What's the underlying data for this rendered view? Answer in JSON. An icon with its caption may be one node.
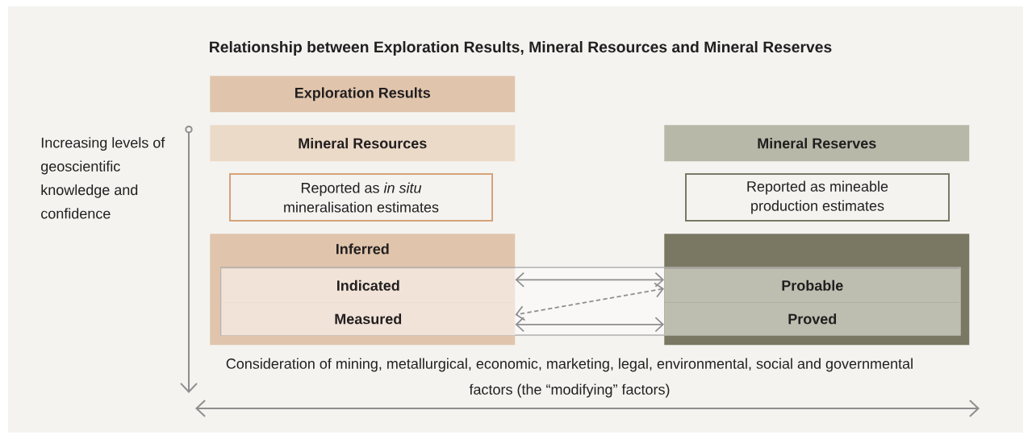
{
  "diagram": {
    "title": "Relationship between Exploration Results, Mineral Resources and Mineral Reserves",
    "nodes": [
      {
        "text": [
          "Exploration Results"
        ]
      },
      {
        "text": [
          "Mineral Resources"
        ]
      },
      {
        "text": [
          "Mineral Reserves"
        ]
      },
      {
        "text": [
          "Reported as *in situ* mineralisation estimates"
        ]
      },
      {
        "text": [
          "Reported as mineable production estimates"
        ]
      },
      {
        "text": [
          "Inferred"
        ]
      },
      {
        "text": [],
        "shape": "box"
      },
      {
        "text": [
          "Indicated"
        ],
        "in": 5
      },
      {
        "text": [
          "Measured"
        ],
        "in": 5
      },
      {
        "text": [
          "Probable"
        ],
        "in": 6
      },
      {
        "text": [
          "Proved"
        ],
        "in": 6
      }
    ],
    "edges": [
      {
        "from": 7,
        "to": 9,
        "arrow": "both"
      },
      {
        "from": 9,
        "to": 8,
        "arrow": "both",
        "style": "dashed"
      },
      {
        "from": 8,
        "to": 10,
        "arrow": "both"
      }
    ],
    "labels": [
      "Increasing levels of geoscientific knowledge and confidence",
      "Consideration of mining, metallurgical, economic, marketing, legal, environmental, social and governmental factors (the “modifying” factors)"
    ]
  }
}
